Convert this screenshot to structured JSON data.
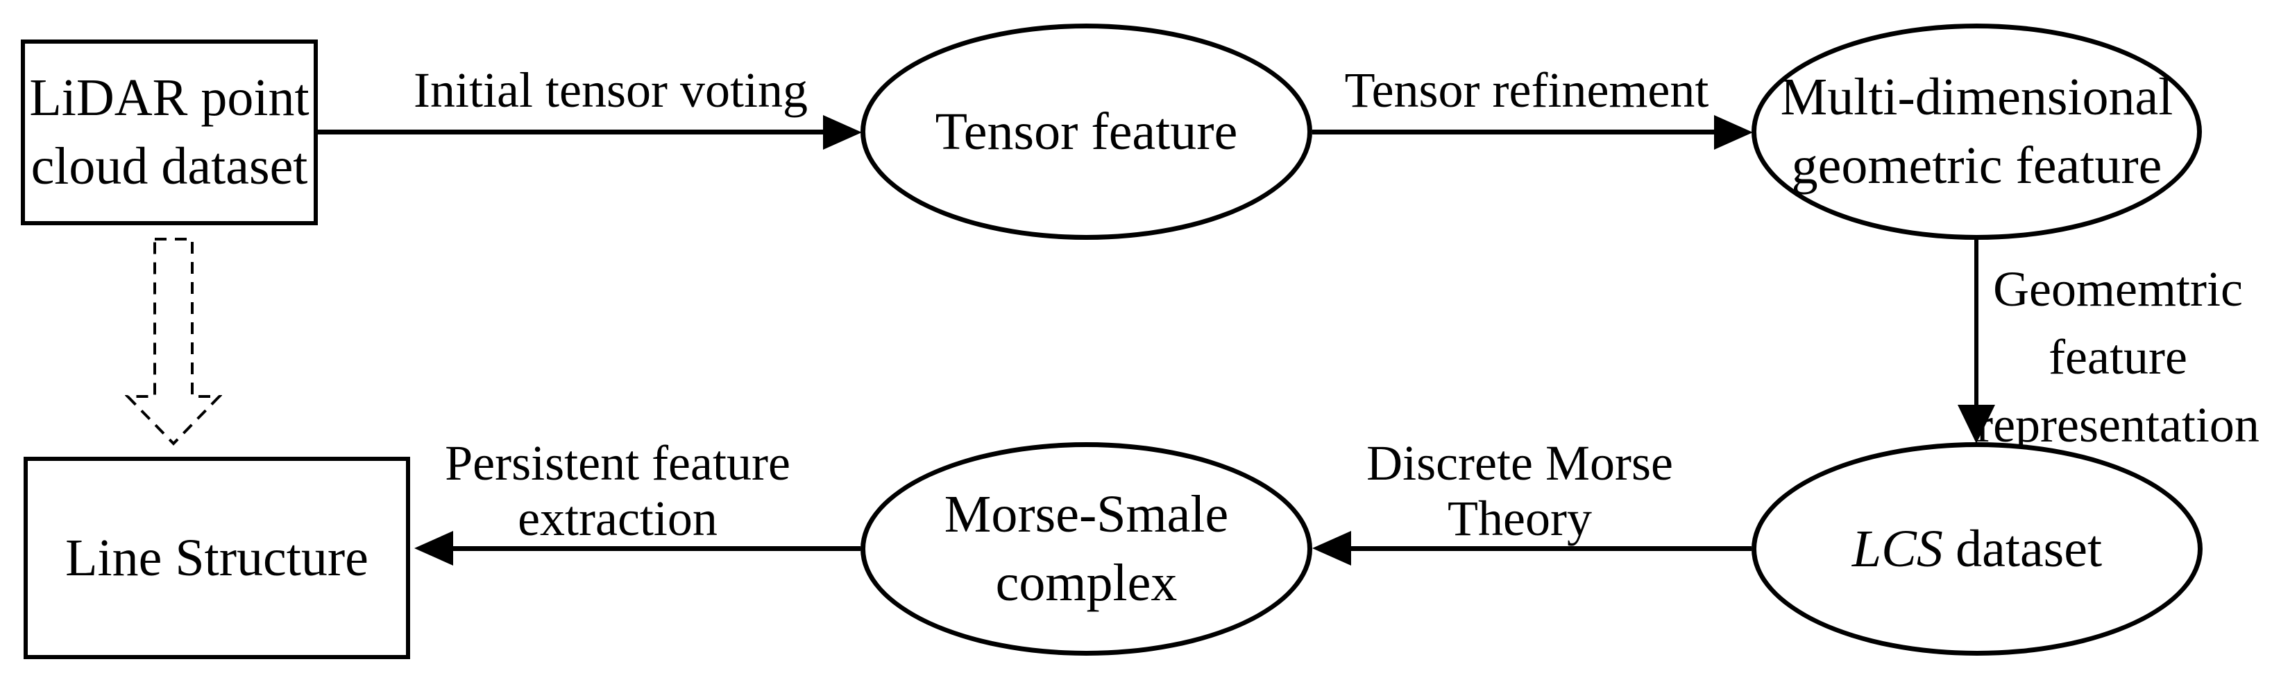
{
  "figure": {
    "background": "#ffffff",
    "ink_color": "#000000"
  },
  "nodes": {
    "lidar_point_cloud_dataset": {
      "shape": "rectangle",
      "line1": "LiDAR point",
      "line2": "cloud dataset"
    },
    "tensor_feature": {
      "shape": "ellipse",
      "label": "Tensor feature"
    },
    "multi_dimensional_geometric_feature": {
      "shape": "ellipse",
      "line1": "Multi-dimensional",
      "line2": "geometric feature"
    },
    "lcs_dataset": {
      "shape": "ellipse",
      "label_italic": "LCS",
      "label_rest": "dataset"
    },
    "morse_smale_complex": {
      "shape": "ellipse",
      "line1": "Morse-Smale",
      "line2": "complex"
    },
    "line_structure": {
      "shape": "rectangle",
      "label": "Line Structure"
    }
  },
  "edges": {
    "initial_tensor_voting": {
      "from": "lidar_point_cloud_dataset",
      "to": "tensor_feature",
      "label": "Initial tensor voting",
      "style": "solid-arrow-right"
    },
    "tensor_refinement": {
      "from": "tensor_feature",
      "to": "multi_dimensional_geometric_feature",
      "label": "Tensor refinement",
      "style": "solid-arrow-right"
    },
    "geometric_feature_representation": {
      "from": "multi_dimensional_geometric_feature",
      "to": "lcs_dataset",
      "label_line1": "Geomemtric",
      "label_line2": "feature",
      "label_line3": "representation",
      "style": "solid-arrow-down"
    },
    "discrete_morse_theory": {
      "from": "lcs_dataset",
      "to": "morse_smale_complex",
      "label_line1": "Discrete Morse",
      "label_line2": "Theory",
      "style": "solid-arrow-left"
    },
    "persistent_feature_extraction": {
      "from": "morse_smale_complex",
      "to": "line_structure",
      "label_line1": "Persistent feature",
      "label_line2": "extraction",
      "style": "solid-arrow-left"
    },
    "lidar_to_line_structure": {
      "from": "lidar_point_cloud_dataset",
      "to": "line_structure",
      "style": "dashed-hollow-arrow-down"
    }
  }
}
